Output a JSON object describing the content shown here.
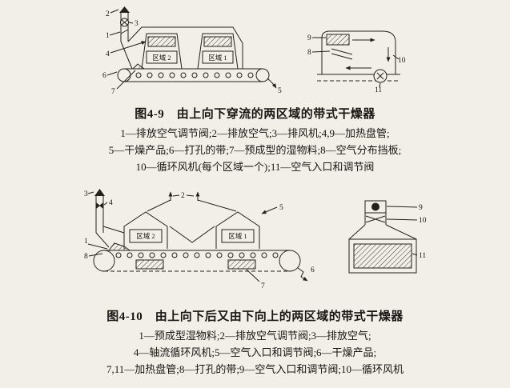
{
  "colors": {
    "page_bg": "#f2efe9",
    "ink": "#181613"
  },
  "figure1": {
    "caption": "图4-9　由上向下穿流的两区域的带式干燥器",
    "legend": [
      "1—排放空气调节阀;2—排放空气;3—排风机;4,9—加热盘管;",
      "5—干燥产品;6—打孔的带;7—预成型的湿物料;8—空气分布挡板;",
      "10—循环风机(每个区域一个);11—空气入口和调节阀"
    ],
    "left": {
      "zone2": "区域 2",
      "zone1": "区域 1",
      "labels": {
        "n1": "1",
        "n2": "2",
        "n3": "3",
        "n4": "4",
        "n5": "5",
        "n6": "6",
        "n7": "7"
      }
    },
    "right": {
      "labels": {
        "n8": "8",
        "n9": "9",
        "n10": "10",
        "n11": "11"
      }
    }
  },
  "figure2": {
    "caption": "图4-10　由上向下后又由下向上的两区域的带式干燥器",
    "legend": [
      "1—预成型湿物料;2—排放空气调节阀;3—排放空气;",
      "4—轴流循环风机;5—空气入口和调节阀;6—干燥产品;",
      "7,11—加热盘管;8—打孔的带;9—空气入口和调节阀;10—循环风机"
    ],
    "left": {
      "zone2": "区域 2",
      "zone1": "区域 1",
      "labels": {
        "n1": "1",
        "n2": "2",
        "n3": "3",
        "n4": "4",
        "n5": "5",
        "n6": "6",
        "n7": "7",
        "n8": "8"
      }
    },
    "right": {
      "labels": {
        "n9": "9",
        "n10": "10",
        "n11": "11"
      }
    }
  }
}
